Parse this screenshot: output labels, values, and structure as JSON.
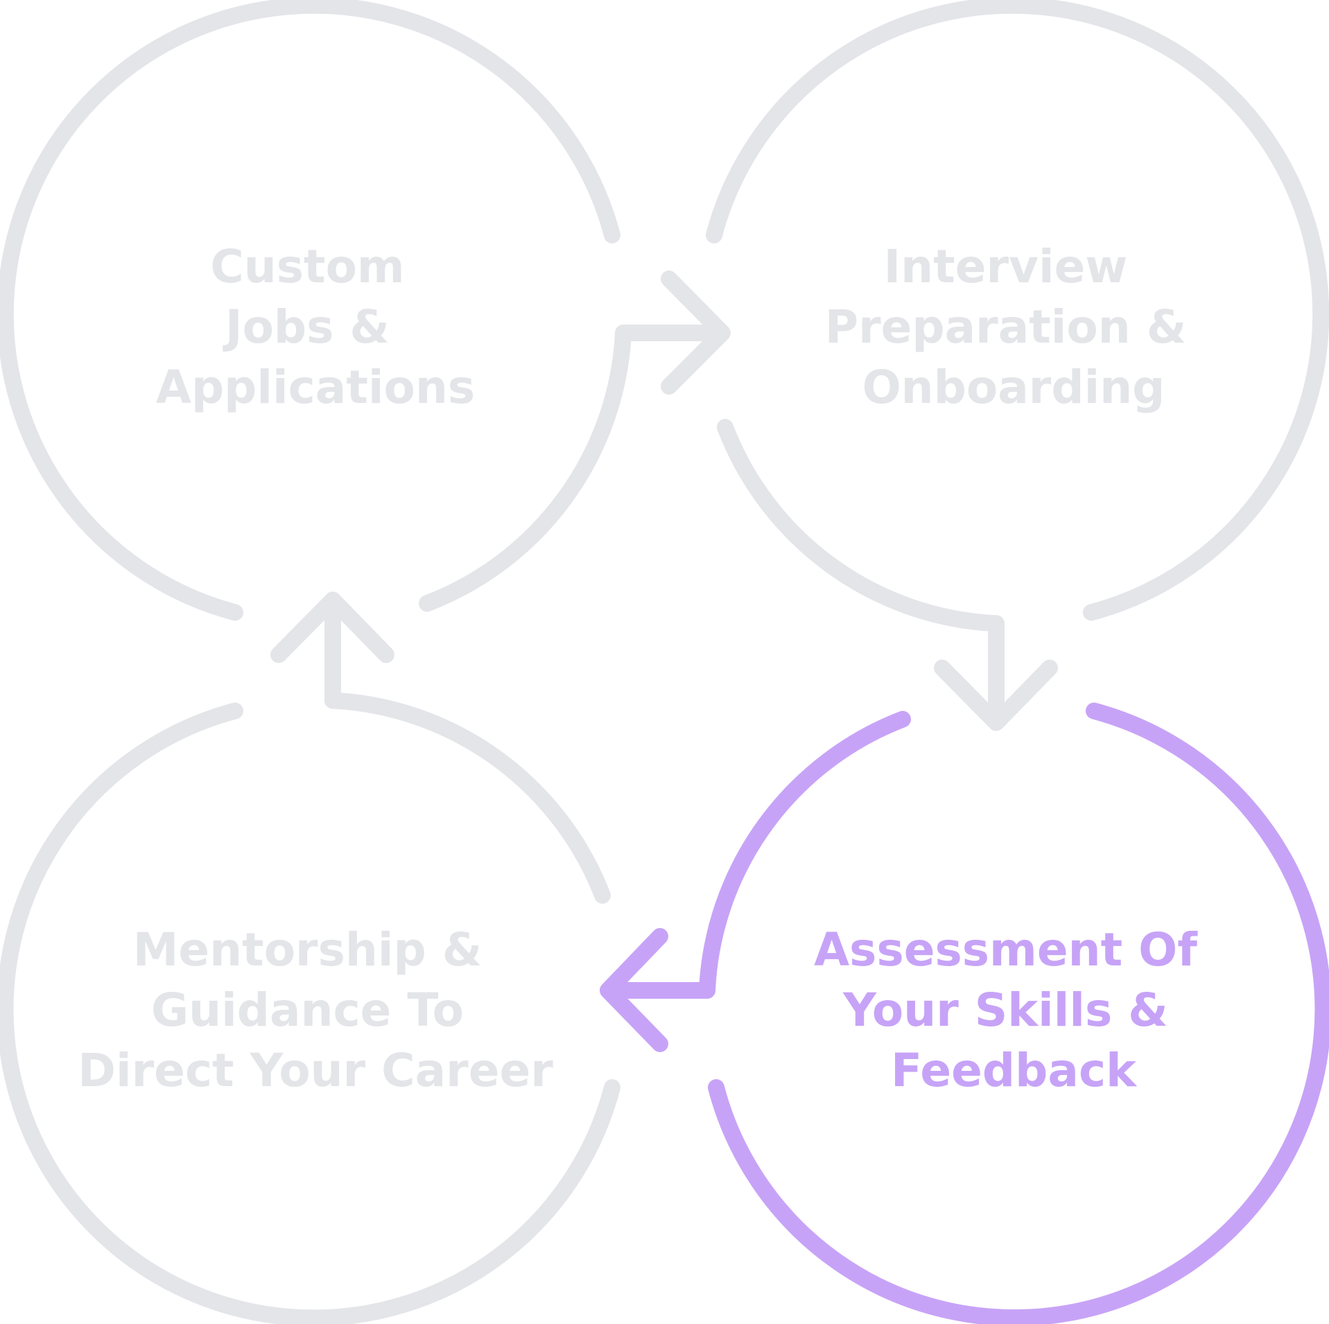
{
  "diagram": {
    "colors": {
      "inactive": "#E4E5E9",
      "active": "#C7A3F7",
      "background": "#FFFFFF"
    },
    "stages": [
      {
        "id": "custom-jobs",
        "state": "inactive",
        "lines": [
          "Custom",
          "Jobs &",
          "Applications"
        ]
      },
      {
        "id": "interview-preparation",
        "state": "inactive",
        "lines": [
          "Interview",
          "Preparation &",
          "Onboarding"
        ]
      },
      {
        "id": "assessment",
        "state": "active",
        "lines": [
          "Assessment Of",
          "Your Skills &",
          "Feedback"
        ]
      },
      {
        "id": "mentorship",
        "state": "inactive",
        "lines": [
          "Mentorship &",
          "Guidance To",
          "Direct Your Career"
        ]
      }
    ]
  }
}
